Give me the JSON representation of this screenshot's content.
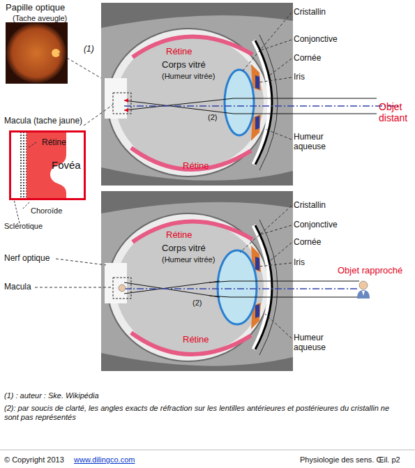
{
  "diagram": {
    "nodes": [
      {
        "text": [
          "Rétine",
          "Fovéa"
        ]
      }
    ],
    "labels": [
      "Papille optique",
      "(Tache aveugle)",
      "(1)",
      "Rétine",
      "Corps vitré",
      "(Humeur vitrée)",
      "Cristallin",
      "Conjonctive",
      "Cornée",
      "Iris",
      "Macula (tache jaune)",
      "(2)",
      "Objet distant",
      "Humeur aqueuse",
      "Choroïde",
      "Sclérotique",
      "Rétine",
      "Cristallin",
      "Conjonctive",
      "Cornée",
      "Rétine",
      "Corps vitré",
      "(Humeur vitrée)",
      "Iris",
      "Nerf optique",
      "Objet rapproché",
      "Macula",
      "(2)",
      "Humeur aqueuse",
      "Rétine",
      "(1) : auteur : Ske. Wikipédia",
      "(2): par soucis de clarté, les angles exacts de réfraction sur les lentilles antérieures et postérieures du cristallin ne sont pas représentés",
      "© Copyright 2013",
      "www.dilingco.com",
      "Physiologie des sens. Œil. p2"
    ]
  }
}
